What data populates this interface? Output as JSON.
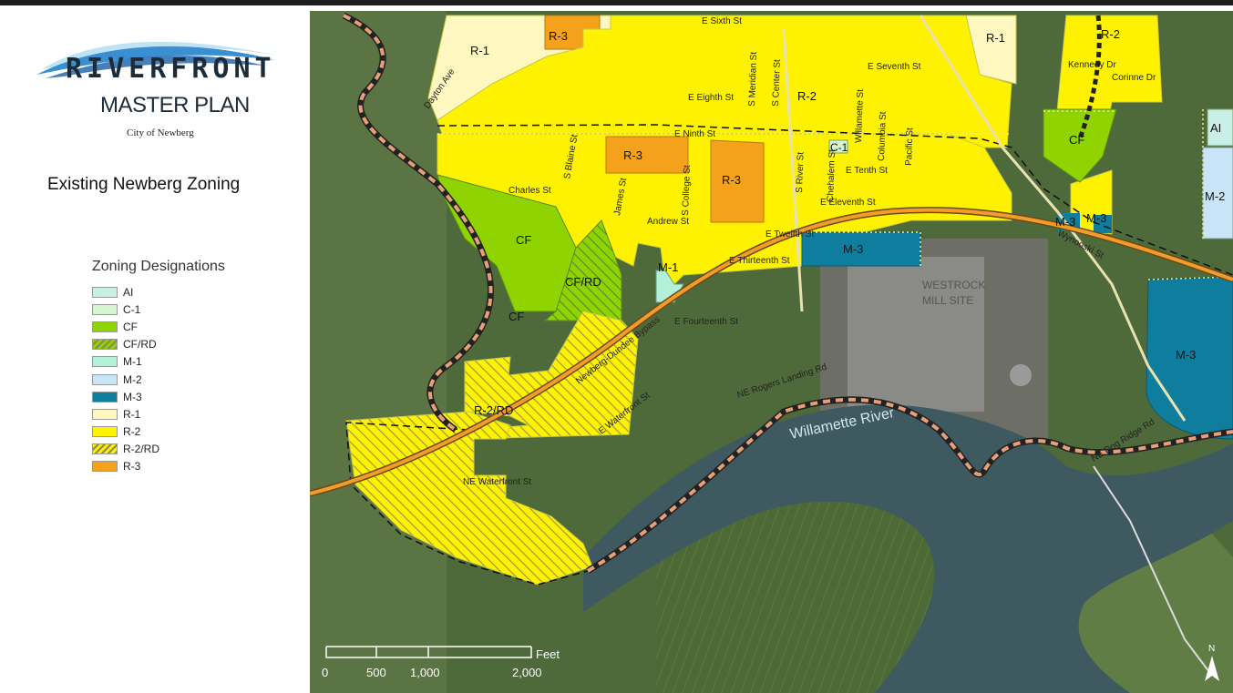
{
  "logo": {
    "word": "RIVERFRONT",
    "sub": "MASTER PLAN",
    "city": "City of Newberg"
  },
  "heading": "Existing Newberg Zoning",
  "legend": {
    "title": "Zoning Designations",
    "items": [
      {
        "label": "AI",
        "color": "#c8f0e4",
        "hatched": false
      },
      {
        "label": "C-1",
        "color": "#d6f5d0",
        "hatched": false
      },
      {
        "label": "CF",
        "color": "#8fd400",
        "hatched": false
      },
      {
        "label": "CF/RD",
        "color": "#8fd400",
        "hatched": true
      },
      {
        "label": "M-1",
        "color": "#b3f0d8",
        "hatched": false
      },
      {
        "label": "M-2",
        "color": "#c8e4f7",
        "hatched": false
      },
      {
        "label": "M-3",
        "color": "#0f7e9e",
        "hatched": false
      },
      {
        "label": "R-1",
        "color": "#fff7c0",
        "hatched": false
      },
      {
        "label": "R-2",
        "color": "#fff200",
        "hatched": false
      },
      {
        "label": "R-2/RD",
        "color": "#fff200",
        "hatched": true
      },
      {
        "label": "R-3",
        "color": "#f4a21b",
        "hatched": false
      }
    ]
  },
  "map": {
    "zones": {
      "r1_a": "R-1",
      "r1_b": "R-1",
      "r3_a": "R-3",
      "r3_b": "R-3",
      "r3_c": "R-3",
      "r2_a": "R-2",
      "r2_b": "R-2",
      "cf_a": "CF",
      "cf_b": "CF",
      "cf_c": "CF",
      "cfrd": "CF/RD",
      "c1": "C-1",
      "m1": "M-1",
      "m3_a": "M-3",
      "m3_b": "M-3",
      "m3_c": "M-3",
      "m3_d": "M-3",
      "m2": "M-2",
      "ai": "AI",
      "r2rd": "R-2/RD"
    },
    "streets": {
      "sixth": "E Sixth St",
      "seventh": "E Seventh St",
      "eighth": "E Eighth St",
      "ninth": "E Ninth St",
      "tenth": "E Tenth St",
      "eleventh": "E Eleventh St",
      "twelfth": "E Twelfth St",
      "thirteenth": "E Thirteenth St",
      "fourteenth": "E Fourteenth St",
      "dayton": "Dayton Ave",
      "charles": "Charles St",
      "blaine": "S Blaine St",
      "james": "James St",
      "andrew": "Andrew St",
      "college": "S College St",
      "meridian": "S Meridian St",
      "center": "S Center St",
      "river": "S River St",
      "chehalem": "Chehalem St",
      "willamette": "Willamette St",
      "columbia": "Columbia St",
      "pacific": "Pacific St",
      "kennedy": "Kennedy Dr",
      "corinne": "Corinne Dr",
      "wynooski": "Wynooski St",
      "bypass": "Newberg-Dundee Bypass",
      "waterfront_ne": "NE Waterfront St",
      "waterfront_e": "E Waterfront St",
      "rogers": "NE Rogers Landing Rd",
      "dogridge": "NE Dog Ridge Rd"
    },
    "features": {
      "river": "Willamette River",
      "mill_1": "WESTROCK",
      "mill_2": "MILL SITE"
    },
    "scale": {
      "unit": "Feet",
      "t0": "0",
      "t1": "500",
      "t2": "1,000",
      "t3": "2,000"
    },
    "north": "N"
  }
}
